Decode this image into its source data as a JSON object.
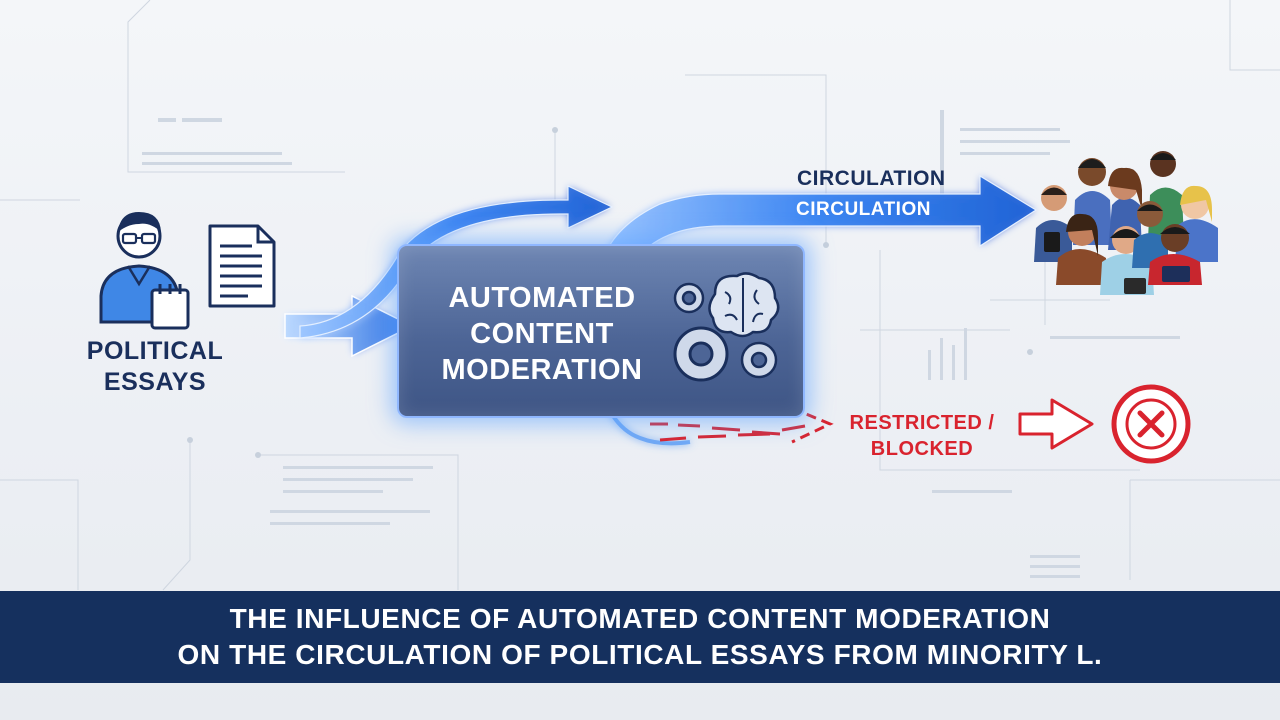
{
  "source": {
    "label_line1": "POLITICAL",
    "label_line2": "ESSAYS",
    "icons": [
      "person-icon",
      "document-icon",
      "notepad-icon"
    ]
  },
  "moderation": {
    "title_line1": "AUTOMATED",
    "title_line2": "CONTENT",
    "title_line3": "MODERATION",
    "icons": [
      "gears-icon",
      "brain-icon"
    ]
  },
  "circulation": {
    "label_top": "CIRCULATION",
    "label_on_arrow": "CIRCULATION",
    "target_icon": "audience-icon"
  },
  "blocked": {
    "label_line1": "RESTRICTED /",
    "label_line2": "BLOCKED",
    "icon": "x-circle-icon"
  },
  "banner": {
    "line1": "THE INFLUENCE OF AUTOMATED CONTENT MODERATION",
    "line2": "ON THE CIRCULATION OF POLITICAL ESSAYS FROM MINORITY L."
  },
  "colors": {
    "navy": "#15305e",
    "text_navy": "#1a2f5c",
    "flow_blue": "#2f7bf0",
    "block_red": "#d9232e",
    "box_blue": "#4d6596"
  }
}
